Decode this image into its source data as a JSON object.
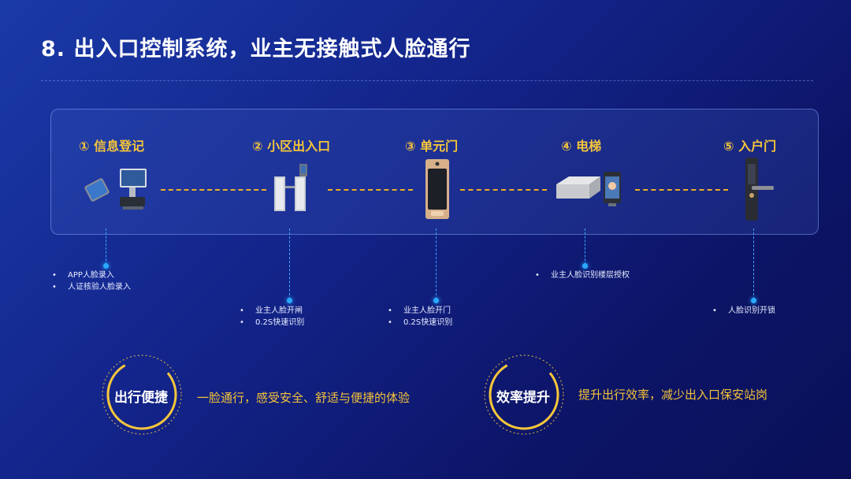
{
  "title": "8. 出入口控制系统，业主无接触式人脸通行",
  "steps": [
    {
      "label": "① 信息登记",
      "bullets": [
        "APP人脸录入",
        "人证核验人脸录入"
      ]
    },
    {
      "label": "② 小区出入口",
      "bullets": [
        "业主人脸开闸",
        "0.2S快速识别"
      ]
    },
    {
      "label": "③ 单元门",
      "bullets": [
        "业主人脸开门",
        "0.2S快速识别"
      ]
    },
    {
      "label": "④ 电梯",
      "bullets": [
        "业主人脸识别楼层授权"
      ]
    },
    {
      "label": "⑤ 入户门",
      "bullets": [
        "人脸识别开锁"
      ]
    }
  ],
  "benefits": [
    {
      "badge": "出行便捷",
      "text": "一脸通行，感受安全、舒适与便捷的体验"
    },
    {
      "badge": "效率提升",
      "text": "提升出行效率，减少出入口保安站岗"
    }
  ],
  "colors": {
    "accent": "#f6c63a",
    "marker": "#2aa9ff",
    "background": "#13248a"
  },
  "icons": [
    "phone-icon",
    "registration-kiosk-icon",
    "turnstile-gate-icon",
    "door-intercom-icon",
    "elevator-controller-icon",
    "face-terminal-icon",
    "smart-lock-icon"
  ]
}
